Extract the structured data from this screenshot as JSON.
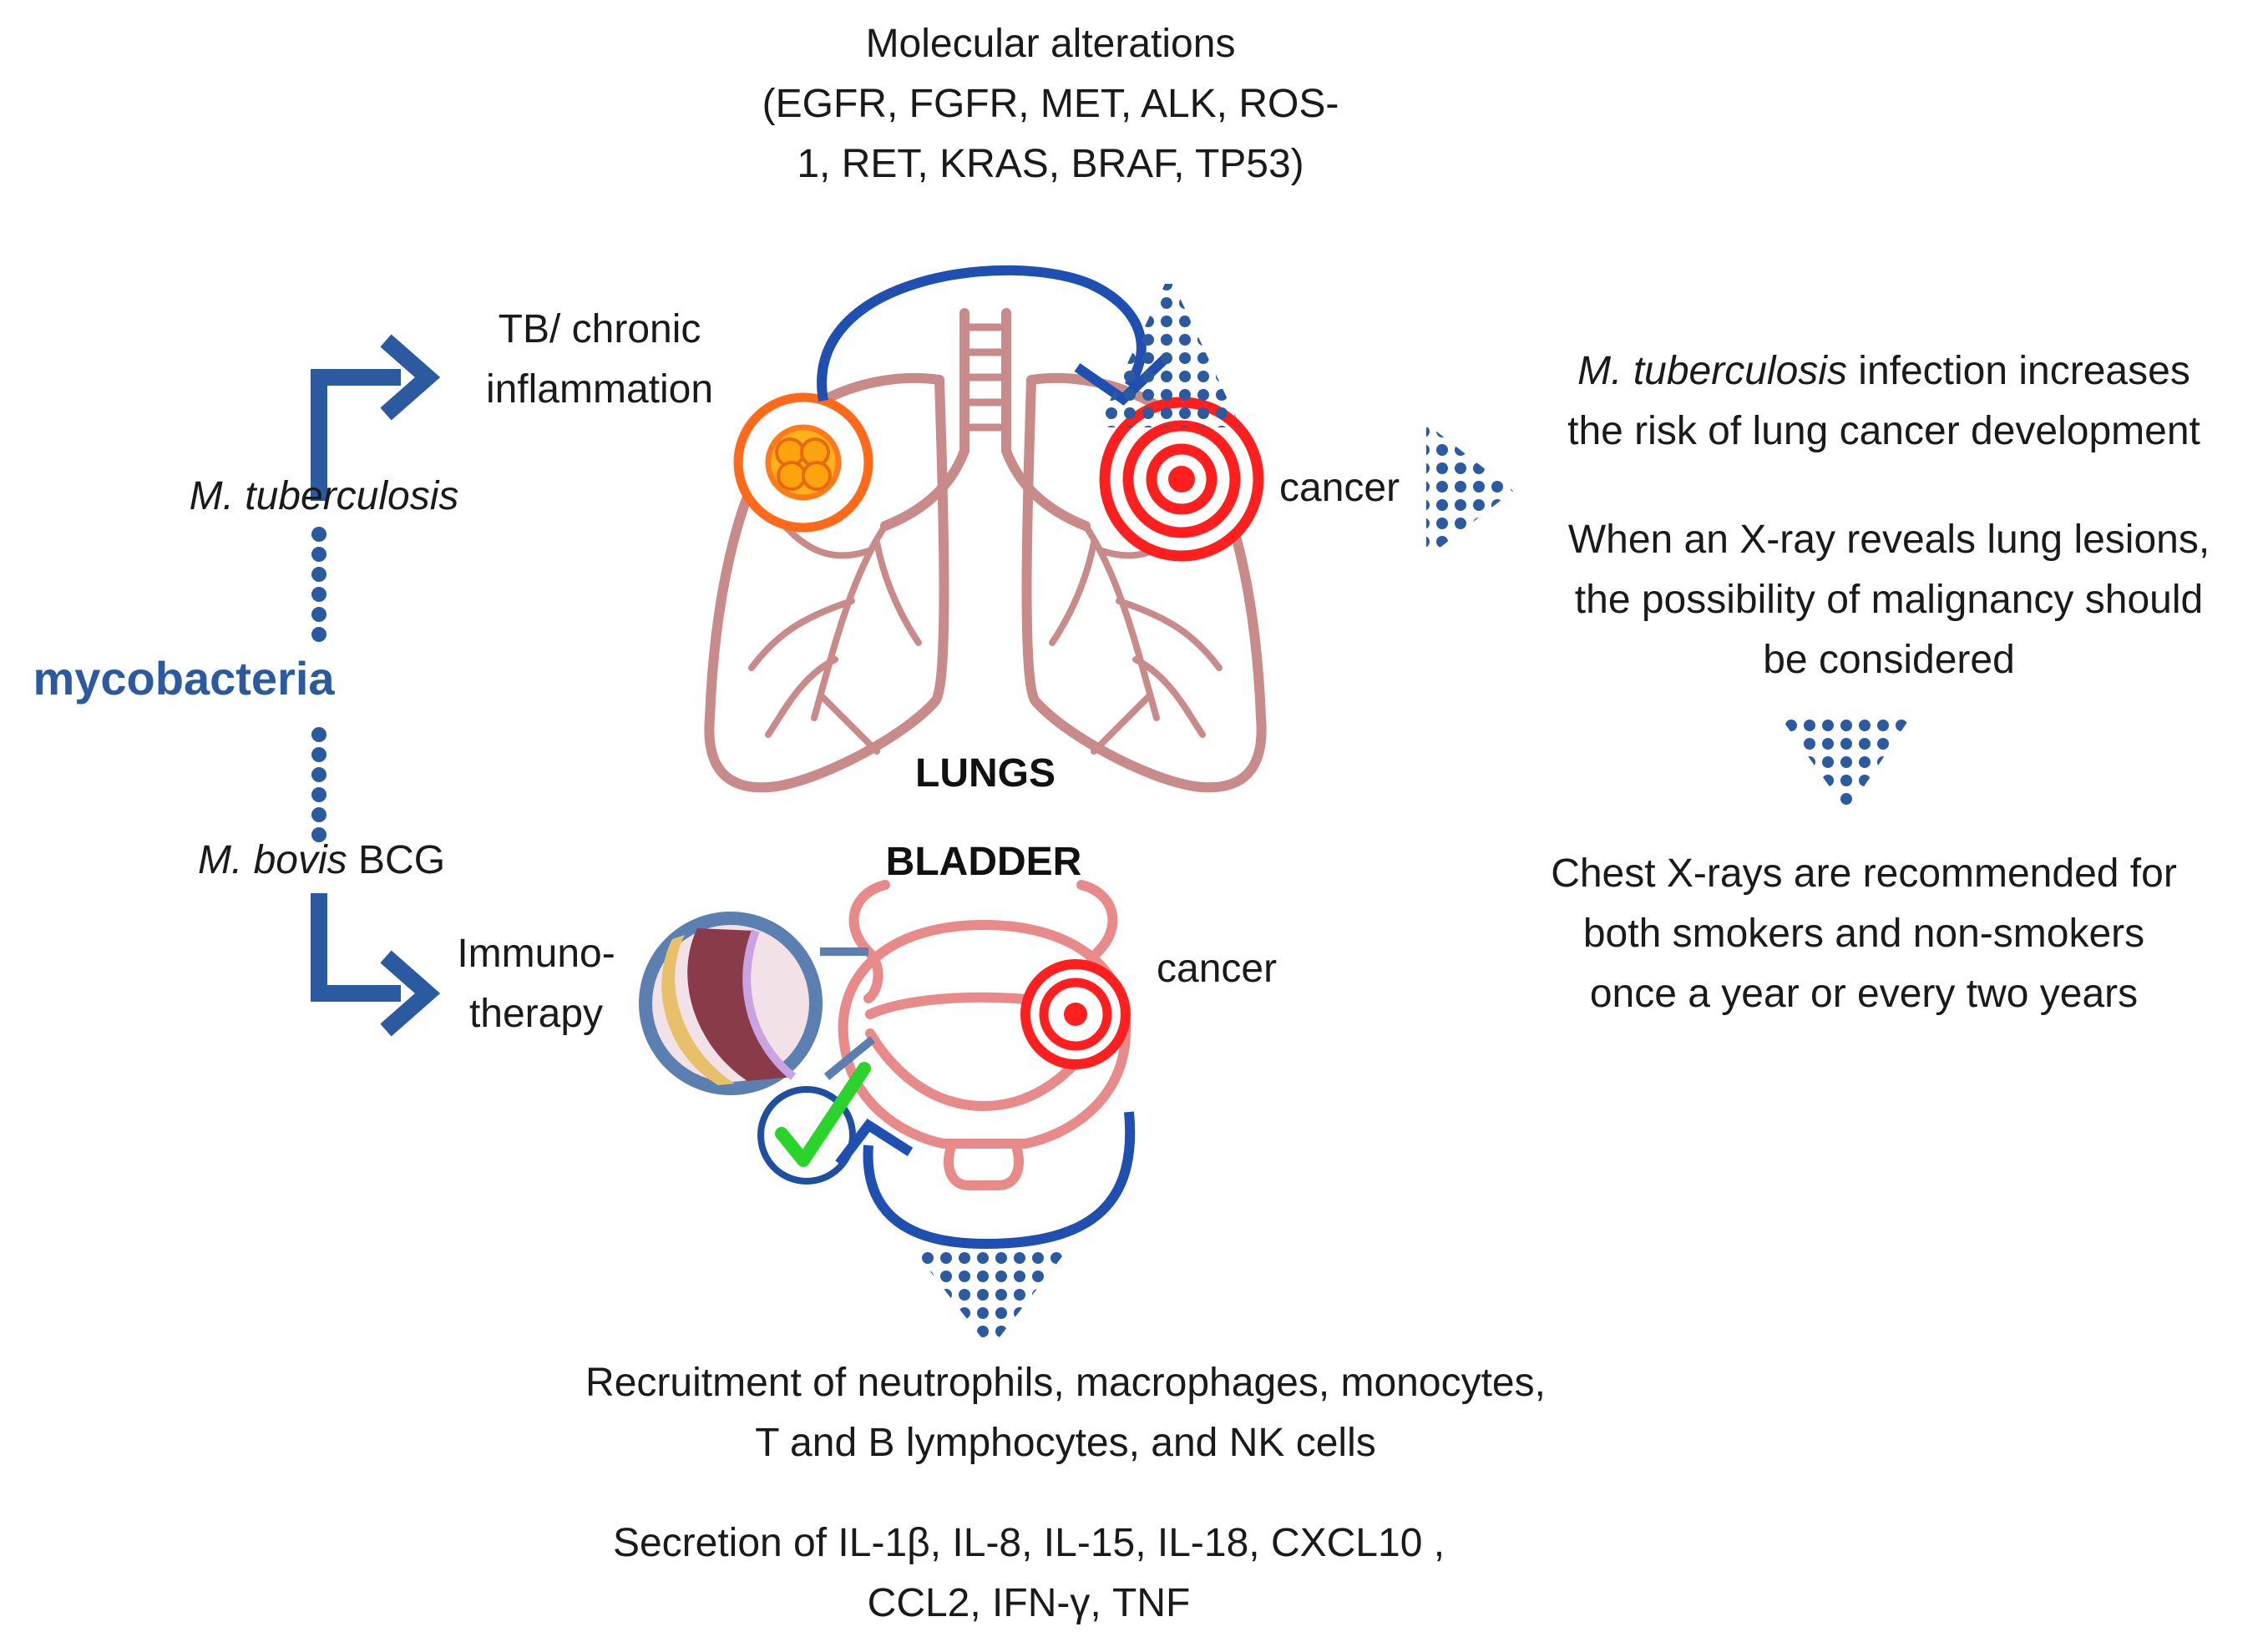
{
  "header": {
    "molecular_title": "Molecular alterations",
    "molecular_line2": "(EGFR, FGFR, MET, ALK, ROS-",
    "molecular_line3": "1, RET,  KRAS, BRAF, TP53)"
  },
  "left": {
    "mycobacteria": "mycobacteria",
    "mtb": "M. tuberculosis",
    "bovis_italic": "M. bovis",
    "bovis_plain": " BCG",
    "tb_line1": "TB/ chronic",
    "tb_line2": "inflammation",
    "immuno_line1": "Immuno-",
    "immuno_line2": "therapy"
  },
  "organs": {
    "lungs_label": "LUNGS",
    "bladder_label": "BLADDER",
    "lung_cancer": "cancer",
    "bladder_cancer": "cancer"
  },
  "right": {
    "risk_italic": "M. tuberculosis",
    "risk_rest": " infection increases",
    "risk_line2": "the risk of lung cancer development",
    "xray_line1": "When an X-ray reveals lung lesions,",
    "xray_line2": "the possibility of malignancy should",
    "xray_line3": "be considered",
    "chest_line1": "Chest X-rays are recommended for",
    "chest_line2": "both smokers and non-smokers",
    "chest_line3": "once a year or every two years"
  },
  "bottom": {
    "recruit_line1": "Recruitment of neutrophils, macrophages, monocytes,",
    "recruit_line2": "T and B lymphocytes, and NK  cells",
    "secretion_line1": "Secretion of IL-1β, IL-8, IL-15, IL-18, CXCL10 ,",
    "secretion_line2": "CCL2, IFN-γ, TNF"
  },
  "colors": {
    "dark_blue": "#2c5aa0",
    "arrow_blue": "#1f4fb0",
    "lung_pink": "#c98a8a",
    "target_red": "#ff1f1f",
    "inflam_orange": "#ff6a1a",
    "check_green": "#2bd42b",
    "lens_blue": "#5b7fb0"
  }
}
